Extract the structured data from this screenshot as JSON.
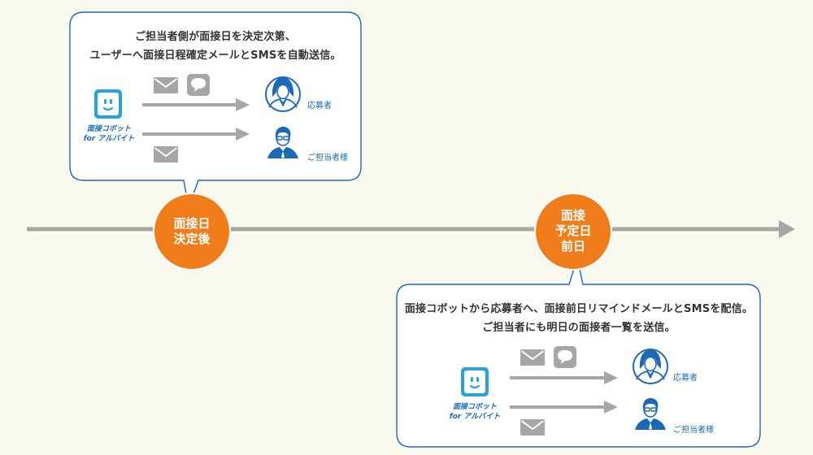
{
  "milestones": [
    {
      "label_lines": [
        "面接日",
        "決定後"
      ]
    },
    {
      "label_lines": [
        "面接",
        "予定日",
        "前日"
      ]
    }
  ],
  "callouts": [
    {
      "caption_lines": [
        "ご担当者側が面接日を決定次第、",
        "ユーザーへ面接日程確定メールとSMSを自動送信。"
      ],
      "brand_lines": [
        "面接コボット",
        "for アルバイト"
      ],
      "recipients": [
        "応募者",
        "ご担当者様"
      ]
    },
    {
      "caption_lines": [
        "面接コボットから応募者へ、面接前日リマインドメールとSMSを配信。",
        "ご担当者にも明日の面接者一覧を送信。"
      ],
      "brand_lines": [
        "面接コボット",
        "for アルバイト"
      ],
      "recipients": [
        "応募者",
        "ご担当者様"
      ]
    }
  ],
  "icons": [
    "mail-icon",
    "chat-bubble-icon",
    "robot-icon",
    "applicant-woman-icon",
    "staff-man-icon"
  ],
  "colors": {
    "background": "#f9f8ec",
    "timeline": "#a6a6a6",
    "milestone": "#f07d1a",
    "callout_border": "#1a69b7",
    "robot": "#2aa1dd",
    "person": "#1a69b7",
    "recipient_label": "#1a69b7",
    "arrow": "#a6a6a6",
    "icon_gray": "#a6a6a6"
  }
}
